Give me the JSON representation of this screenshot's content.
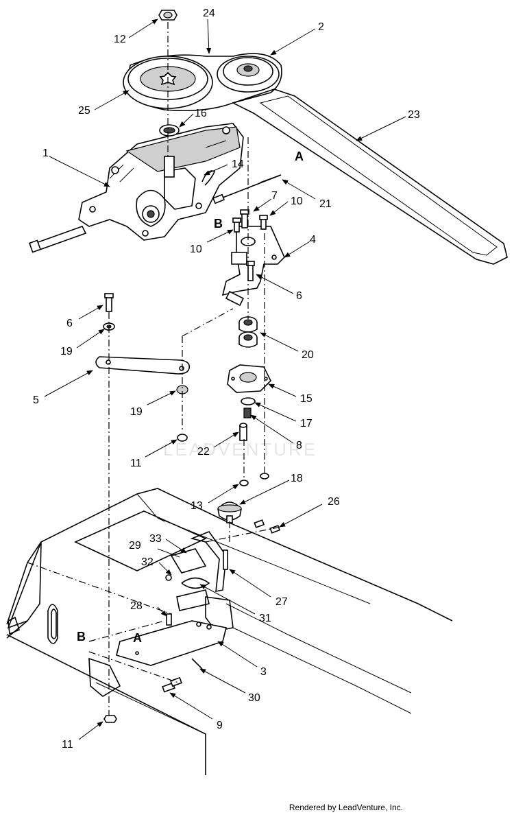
{
  "watermark": "LEADVENTURE",
  "credit": "Rendered by LeadVenture, Inc.",
  "callouts": [
    {
      "id": "c12",
      "text": "12"
    },
    {
      "id": "c24",
      "text": "24"
    },
    {
      "id": "c2",
      "text": "2"
    },
    {
      "id": "c25",
      "text": "25"
    },
    {
      "id": "c16",
      "text": "16"
    },
    {
      "id": "c23",
      "text": "23"
    },
    {
      "id": "c1",
      "text": "1"
    },
    {
      "id": "c14",
      "text": "14"
    },
    {
      "id": "c21",
      "text": "21"
    },
    {
      "id": "c7",
      "text": "7"
    },
    {
      "id": "c10a",
      "text": "10"
    },
    {
      "id": "c10b",
      "text": "10"
    },
    {
      "id": "c4",
      "text": "4"
    },
    {
      "id": "c6a",
      "text": "6"
    },
    {
      "id": "c6b",
      "text": "6"
    },
    {
      "id": "c19a",
      "text": "19"
    },
    {
      "id": "c20",
      "text": "20"
    },
    {
      "id": "c5",
      "text": "5"
    },
    {
      "id": "c15",
      "text": "15"
    },
    {
      "id": "c19b",
      "text": "19"
    },
    {
      "id": "c17",
      "text": "17"
    },
    {
      "id": "c8",
      "text": "8"
    },
    {
      "id": "c11a",
      "text": "11"
    },
    {
      "id": "c22",
      "text": "22"
    },
    {
      "id": "c18",
      "text": "18"
    },
    {
      "id": "c13",
      "text": "13"
    },
    {
      "id": "c26",
      "text": "26"
    },
    {
      "id": "c33",
      "text": "33"
    },
    {
      "id": "c29",
      "text": "29"
    },
    {
      "id": "c32",
      "text": "32"
    },
    {
      "id": "c27",
      "text": "27"
    },
    {
      "id": "c31",
      "text": "31"
    },
    {
      "id": "c28",
      "text": "28"
    },
    {
      "id": "c3",
      "text": "3"
    },
    {
      "id": "c30",
      "text": "30"
    },
    {
      "id": "c9",
      "text": "9"
    },
    {
      "id": "c11b",
      "text": "11"
    }
  ],
  "letters": [
    {
      "id": "la1",
      "text": "A"
    },
    {
      "id": "lb1",
      "text": "B"
    },
    {
      "id": "lb2",
      "text": "B"
    },
    {
      "id": "la2",
      "text": "A"
    }
  ]
}
